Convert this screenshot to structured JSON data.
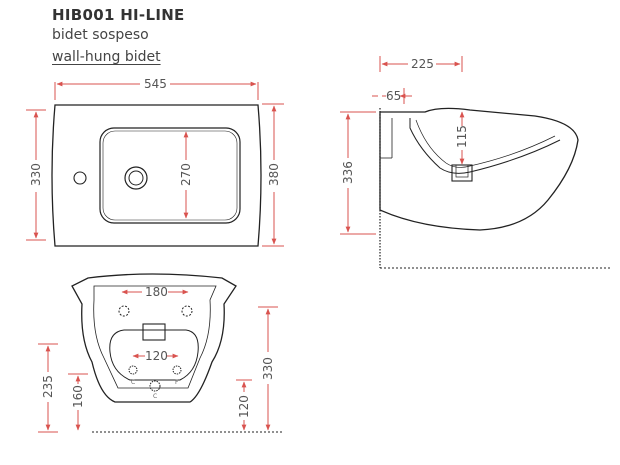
{
  "header": {
    "title": "HIB001 HI-LINE",
    "subtitle_it": "bidet sospeso",
    "subtitle_en": "wall-hung bidet"
  },
  "dimensions": {
    "top_width": "545",
    "top_depth_outer": "330",
    "top_bowl_depth": "270",
    "top_depth_right": "380",
    "side_projection": "225",
    "side_rear_offset": "65",
    "side_bowl_height": "115",
    "side_height": "336",
    "rear_hole_spacing": "180",
    "rear_tap_spacing": "120",
    "rear_left_outer": "235",
    "rear_left_inner": "160",
    "rear_bottom_small": "120",
    "rear_height": "330"
  },
  "tap_labels": {
    "cold": "C",
    "hot": "F",
    "center": "C"
  },
  "colors": {
    "dimension_line": "#d9534f",
    "outline": "#222222",
    "text": "#555555"
  }
}
